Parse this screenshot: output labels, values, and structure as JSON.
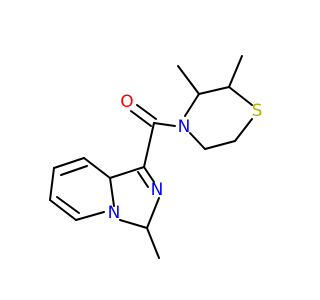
{
  "molecule": {
    "atoms": {
      "oxygen": "O",
      "sulfur": "S",
      "amide_nitrogen": "N",
      "ring_nitrogen_upper": "N",
      "ring_nitrogen_lower": "N"
    },
    "colors": {
      "bond": "#000000",
      "oxygen": "#ff0000",
      "sulfur": "#b2b200",
      "nitrogen": "#0000ff"
    }
  }
}
